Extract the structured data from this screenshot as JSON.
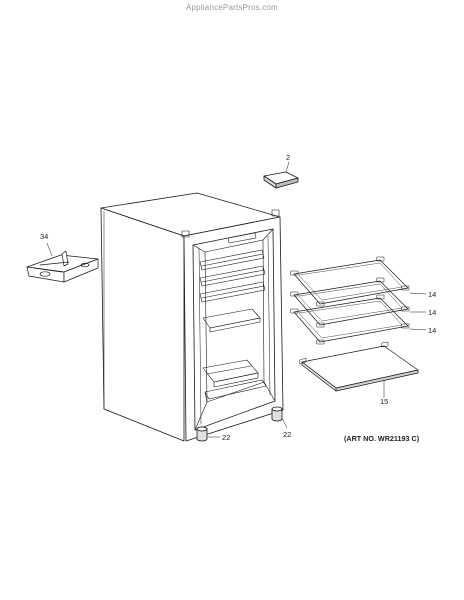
{
  "watermark": "AppliancePartsPros.com",
  "callouts": {
    "top_cover": "2",
    "door_bin": "34",
    "shelf_1": "14",
    "shelf_2": "14",
    "shelf_3": "14",
    "crisper_shelf": "15",
    "leveling_leg_front": "22",
    "leveling_leg_rear": "22"
  },
  "art_number": "(ART NO. WR21193 C)"
}
